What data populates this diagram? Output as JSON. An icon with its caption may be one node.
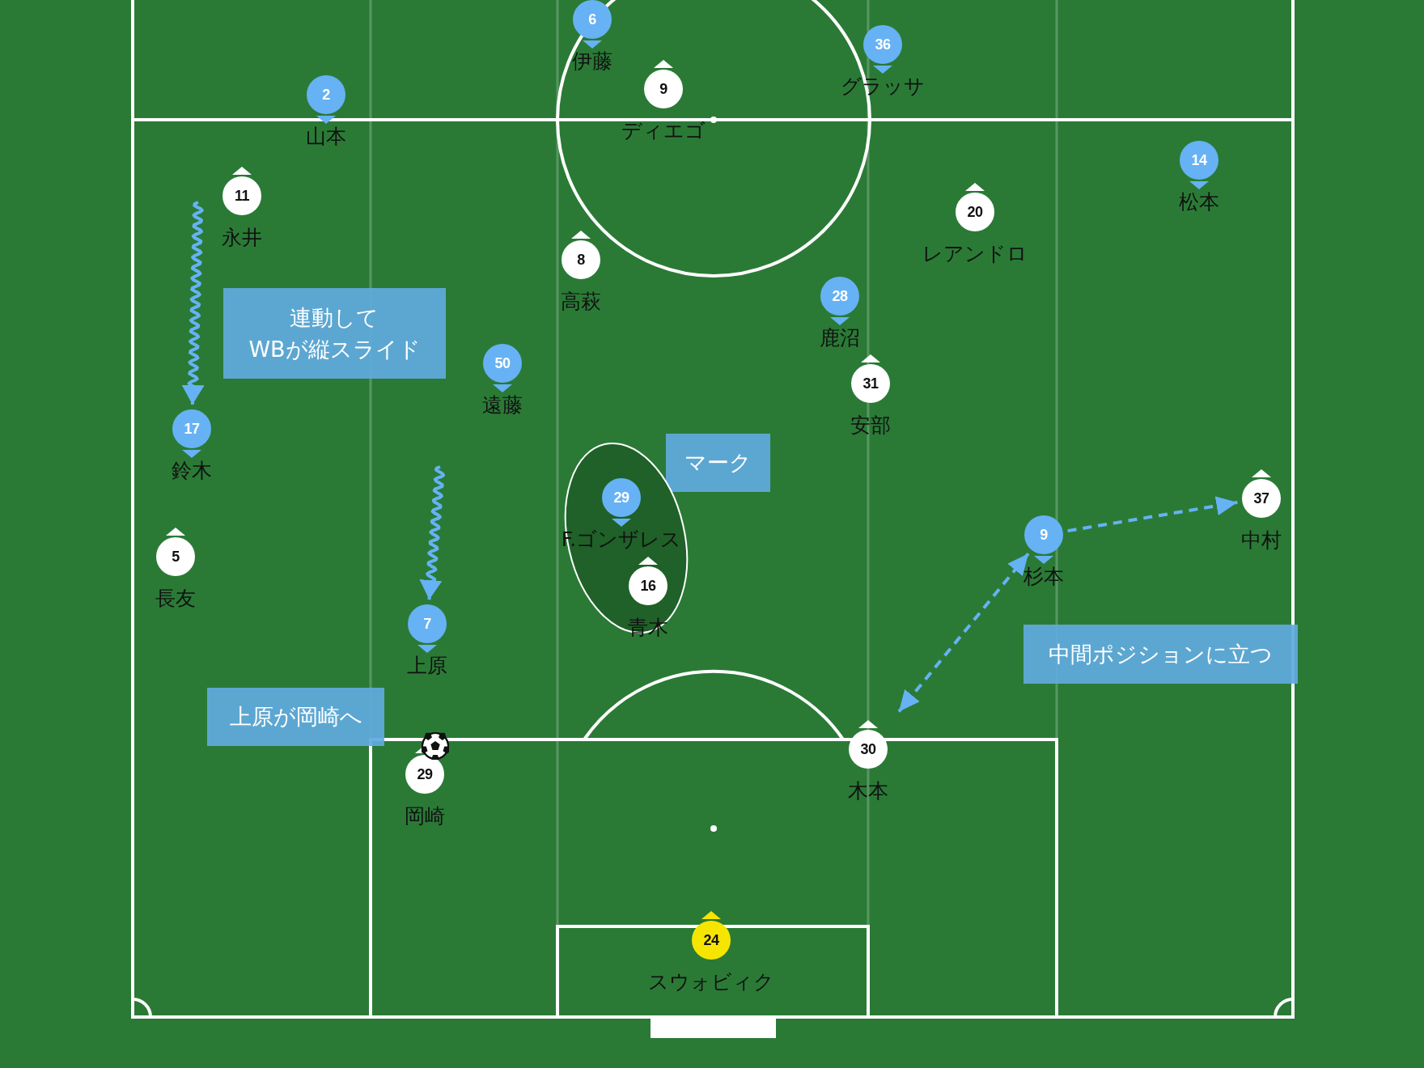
{
  "diagram": {
    "nodes": [
      {
        "text": [
          "6"
        ],
        "beside": [
          "伊藤"
        ]
      },
      {
        "text": [
          "36"
        ],
        "beside": [
          "グラッサ"
        ]
      },
      {
        "text": [
          "9"
        ],
        "beside": [
          "ディエゴ"
        ]
      },
      {
        "text": [
          "2"
        ],
        "beside": [
          "山本"
        ]
      },
      {
        "text": [
          "14"
        ],
        "beside": [
          "松本"
        ]
      },
      {
        "text": [
          "11"
        ],
        "beside": [
          "永井"
        ]
      },
      {
        "text": [
          "20"
        ],
        "beside": [
          "レアンドロ"
        ]
      },
      {
        "text": [
          "8"
        ],
        "beside": [
          "高萩"
        ]
      },
      {
        "text": [
          "28"
        ],
        "beside": [
          "鹿沼"
        ]
      },
      {
        "text": [
          "連動してWBが縦スライド"
        ]
      },
      {
        "text": [
          "50"
        ],
        "beside": [
          "遠藤"
        ]
      },
      {
        "text": [
          "31"
        ],
        "beside": [
          "安部"
        ]
      },
      {
        "text": [
          "17"
        ],
        "beside": [
          "鈴木"
        ]
      },
      {
        "text": [
          "マーク"
        ]
      },
      {
        "text": [],
        "shape": "ellipse"
      },
      {
        "text": [
          "29"
        ],
        "beside": [
          "F.ゴンザレス"
        ],
        "in": 14
      },
      {
        "text": [
          "16"
        ],
        "beside": [
          "青木"
        ],
        "in": 14
      },
      {
        "text": [
          "37"
        ],
        "beside": [
          "中村"
        ]
      },
      {
        "text": [
          "9"
        ],
        "beside": [
          "杉本"
        ]
      },
      {
        "text": [
          "5"
        ],
        "beside": [
          "長友"
        ]
      },
      {
        "text": [
          "7"
        ],
        "beside": [
          "上原"
        ]
      },
      {
        "text": [
          "中間ポジションに立つ"
        ]
      },
      {
        "text": [
          "上原が岡崎へ"
        ]
      },
      {
        "text": [
          "30"
        ],
        "beside": [
          "木本"
        ]
      },
      {
        "text": [
          "29"
        ],
        "beside": [
          "岡崎"
        ]
      },
      {
        "text": [
          "24"
        ],
        "beside": [
          "スウォビィク"
        ]
      }
    ],
    "edges": [
      {
        "from": null,
        "to": 12,
        "arrow": "to"
      },
      {
        "from": null,
        "to": 20,
        "arrow": "to"
      },
      {
        "from": 18,
        "to": 17,
        "arrow": "to",
        "style": "dashed"
      },
      {
        "from": 18,
        "to": 23,
        "arrow": "both",
        "style": "dashed"
      }
    ]
  }
}
